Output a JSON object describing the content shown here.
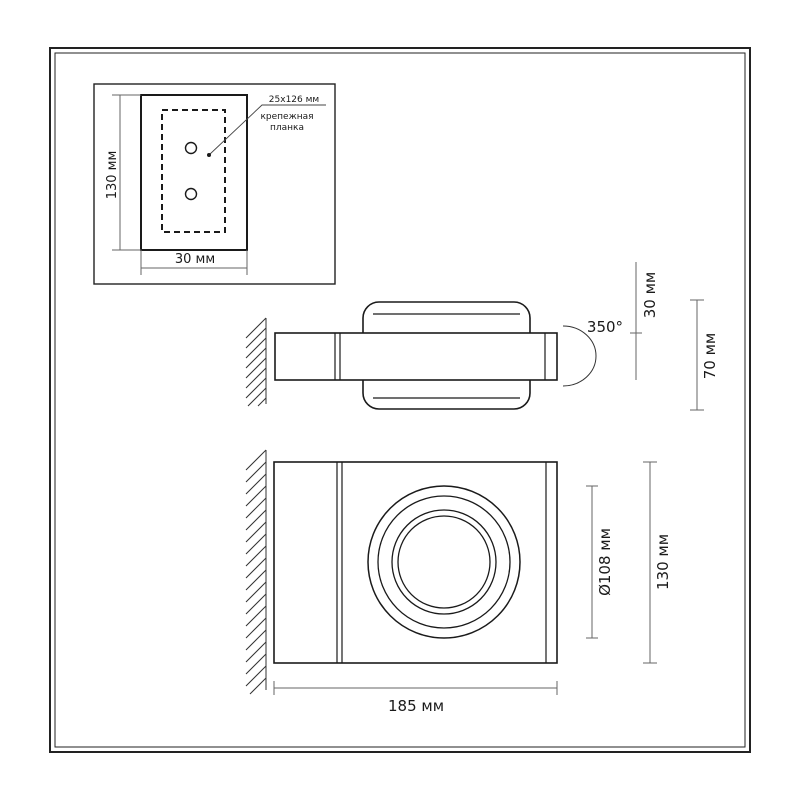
{
  "mount_plate": {
    "size": "25x126 мм",
    "name_line1": "крепежная",
    "name_line2": "планка",
    "height": "130 мм",
    "width": "30 мм"
  },
  "side_view": {
    "rotation": "350°",
    "depth_top": "30 мм",
    "height": "70 мм"
  },
  "front_view": {
    "diameter": "Ø108 мм",
    "height": "130 мм",
    "length": "185 мм"
  }
}
